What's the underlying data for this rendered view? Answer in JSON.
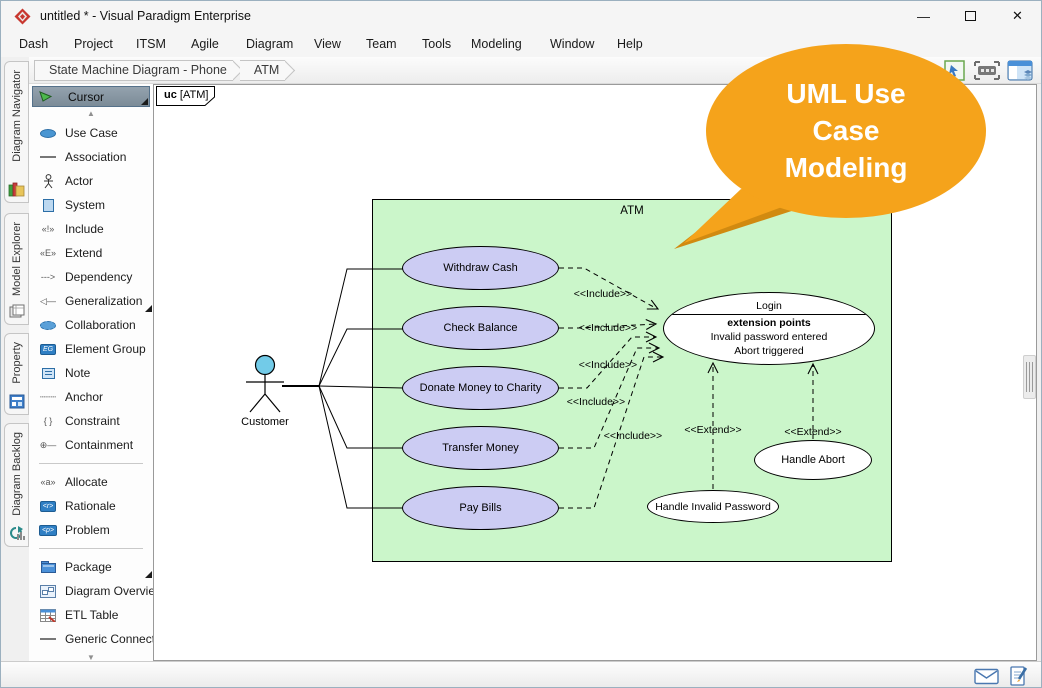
{
  "window": {
    "title": "untitled * - Visual Paradigm Enterprise"
  },
  "menu": [
    "Dash",
    "Project",
    "ITSM",
    "Agile",
    "Diagram",
    "View",
    "Team",
    "Tools",
    "Modeling",
    "Window",
    "Help"
  ],
  "breadcrumb": {
    "items": [
      "State Machine Diagram - Phone",
      "ATM"
    ]
  },
  "sidebar": {
    "tabs": [
      "Diagram Navigator",
      "Model Explorer",
      "Property",
      "Diagram Backlog"
    ]
  },
  "palette": {
    "items": [
      "Cursor",
      "Use Case",
      "Association",
      "Actor",
      "System",
      "Include",
      "Extend",
      "Dependency",
      "Generalization",
      "Collaboration",
      "Element Group",
      "Note",
      "Anchor",
      "Constraint",
      "Containment",
      "Allocate",
      "Rationale",
      "Problem",
      "Package",
      "Diagram Overview",
      "ETL Table",
      "Generic Connector"
    ],
    "glyphs": {
      "include": "«!»",
      "extend": "«E»",
      "dependency": "--->",
      "generalization": "◁—",
      "anchor": "┄┄┄",
      "constraint": "{ }",
      "containment": "⊕—",
      "allocate": "«a»",
      "rationale": "<r>",
      "problem": "<p>",
      "element_group": "EG",
      "up_arrow": "▲",
      "down_arrow": "▼"
    }
  },
  "canvas_tab": {
    "prefix": "uc",
    "suffix": "[ATM]"
  },
  "diagram": {
    "system_label": "ATM",
    "actor_label": "Customer",
    "use_cases": [
      "Withdraw Cash",
      "Check Balance",
      "Donate Money to Charity",
      "Transfer Money",
      "Pay Bills"
    ],
    "login": {
      "title": "Login",
      "section_header": "extension points",
      "points": [
        "Invalid password entered",
        "Abort triggered"
      ]
    },
    "extend_use_cases": [
      "Handle Invalid Password",
      "Handle Abort"
    ],
    "include_label": "<<Include>>",
    "extend_label": "<<Extend>>"
  },
  "bubble": {
    "lines": [
      "UML Use",
      "Case",
      "Modeling"
    ]
  },
  "colors": {
    "bubble_orange": "#f5a31b",
    "bubble_shadow": "#d18a10",
    "system_fill": "#cbf6ca",
    "use_case_fill": "#ccccf3",
    "actor_head": "#72cbe8"
  }
}
